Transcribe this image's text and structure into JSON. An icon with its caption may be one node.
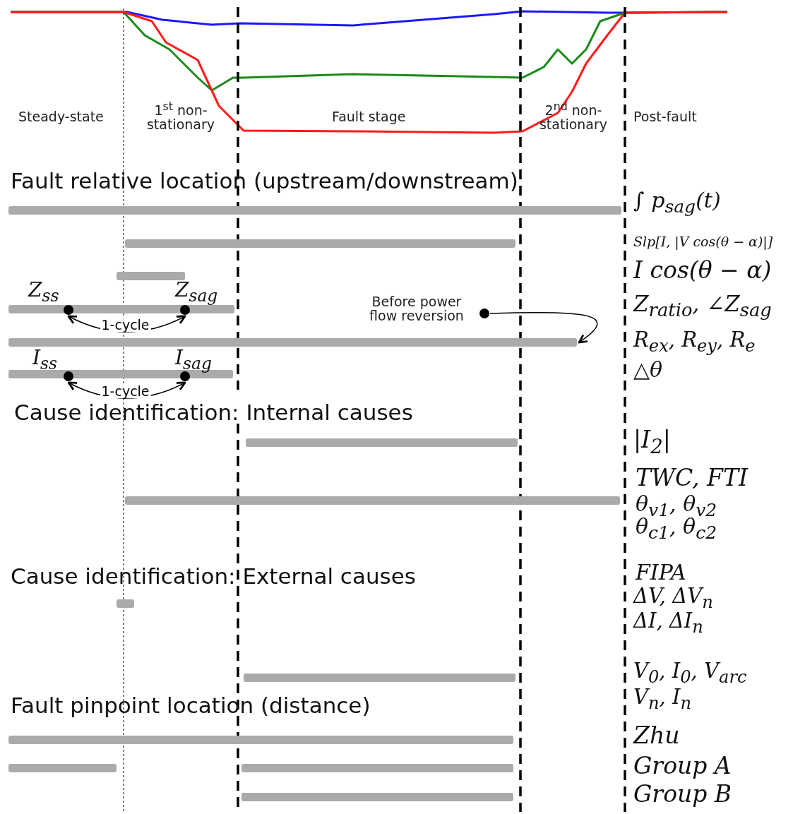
{
  "diagram": {
    "nodes": [
      {
        "text": [
          "Z$_{ss}$"
        ]
      },
      {
        "text": [
          "Z$_{sag}$"
        ]
      },
      {
        "text": [
          "I$_{ss}$"
        ]
      },
      {
        "text": [
          "I$_{sag}$"
        ]
      },
      {
        "text": [
          "Before power flow reversion"
        ]
      }
    ],
    "edges": [
      {
        "from": 0,
        "to": 1,
        "arrow": "both",
        "label": "1-cycle"
      },
      {
        "from": 2,
        "to": 3,
        "arrow": "both",
        "label": "1-cycle"
      },
      {
        "from": 4,
        "to": null,
        "arrow": "to"
      }
    ],
    "labels": [
      "Steady-state",
      "1$^{st}$ non-stationary",
      "Fault stage",
      "2$^{nd}$ non-stationary",
      "Post-fault",
      "Fault relative location (upstream/downstream)",
      "∫ p$_{sag}$(t)",
      "Slp[I, |V cos(θ − α)|]",
      "I cos(θ − α)",
      "Z$_{ratio}$, ∠Z$_{sag}$",
      "R$_{ex}$, R$_{ey}$, R$_{e}$",
      "△θ",
      "Cause identification: Internal causes",
      "|I$_{2}$|",
      "TWC, FTI",
      "θ$_{v1}$, θ$_{v2}$",
      "θ$_{c1}$, θ$_{c2}$",
      "Cause identification: External causes",
      "FIPA",
      "ΔV, ΔV$_{n}$",
      "ΔI, ΔI$_{n}$",
      "V$_{0}$, I$_{0}$, V$_{arc}$",
      "V$_{n}$, I$_{n}$",
      "Fault pinpoint location (distance)",
      "Zhu",
      "Group A",
      "Group B"
    ]
  }
}
